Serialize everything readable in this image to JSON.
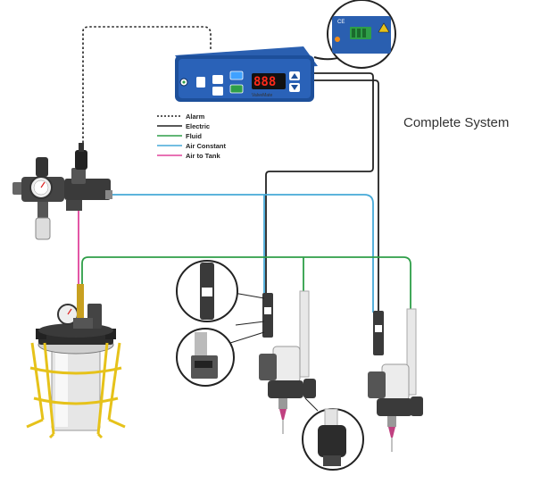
{
  "title": "Complete System",
  "legend": [
    {
      "label": "Alarm",
      "style": "dotted",
      "color": "#222222"
    },
    {
      "label": "Electric",
      "style": "solid",
      "color": "#222222"
    },
    {
      "label": "Fluid",
      "style": "solid",
      "color": "#2e9e48"
    },
    {
      "label": "Air Constant",
      "style": "solid",
      "color": "#45a9d8"
    },
    {
      "label": "Air to Tank",
      "style": "solid",
      "color": "#e0449c"
    }
  ],
  "controller": {
    "display": "888",
    "brand": "ValveMate"
  },
  "colors": {
    "fluid": "#2e9e48",
    "air_constant": "#45a9d8",
    "air_to_tank": "#e0449c",
    "electric": "#222222",
    "controller_blue": "#1d4f9a",
    "reservoir_yellow": "#e6c21a"
  }
}
